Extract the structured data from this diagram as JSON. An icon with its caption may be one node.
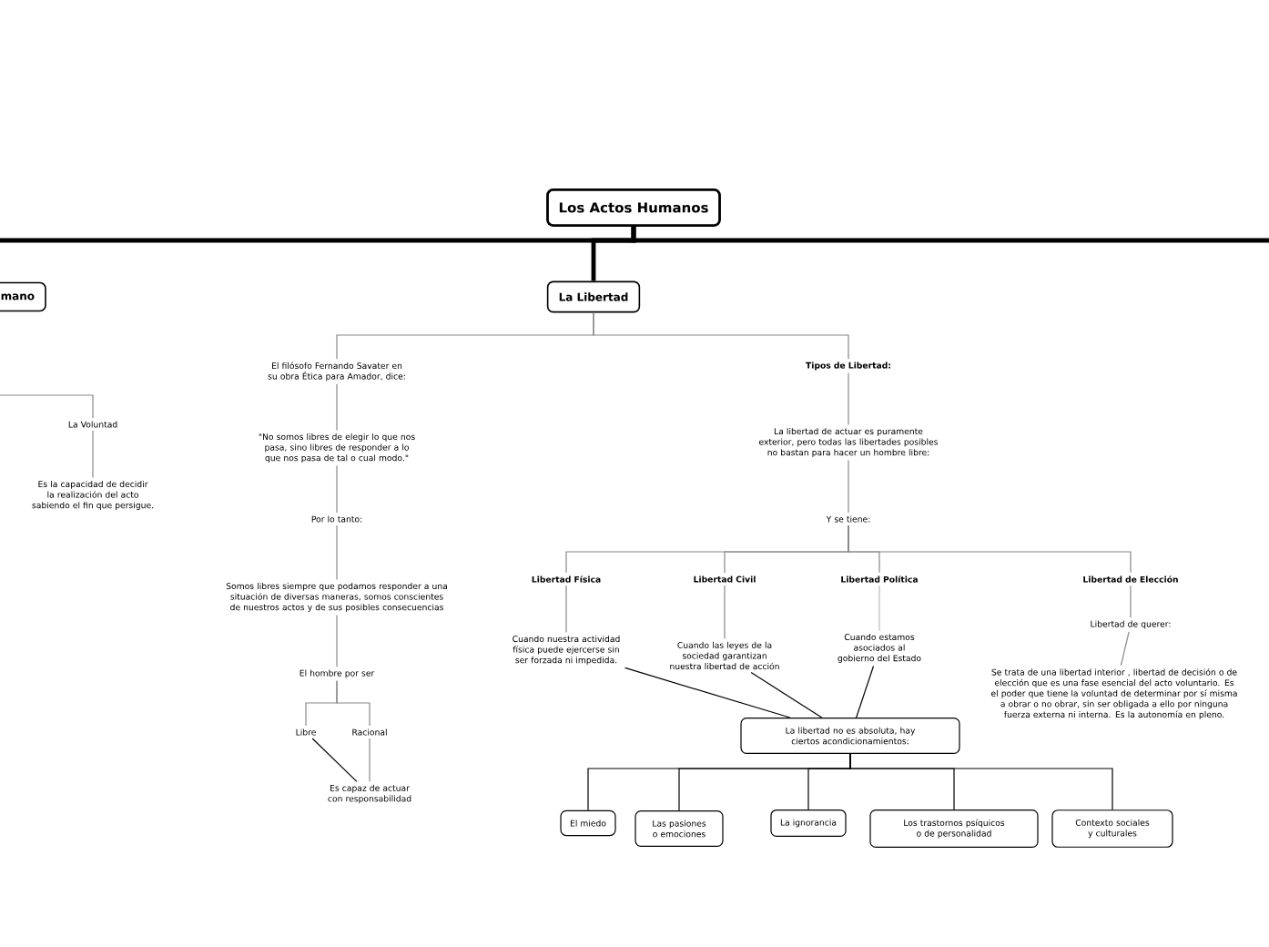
{
  "diagram": {
    "nodes": [
      {
        "text": [
          "Los Actos Humanos"
        ]
      },
      {
        "text": [
          "mano"
        ]
      },
      {
        "text": [
          "La Libertad"
        ]
      },
      {
        "text": [
          "La Voluntad"
        ]
      },
      {
        "text": [
          "Es la capacidad de decidir la realización del acto sabiendo el fin que persigue."
        ]
      },
      {
        "text": [
          "El filósofo Fernando Savater en su obra Ética para Amador, dice:"
        ]
      },
      {
        "text": [
          "\"No somos libres de elegir lo que nos pasa, sino libres de responder a lo que nos pasa de tal o cual modo.\""
        ]
      },
      {
        "text": [
          "Por lo tanto:"
        ]
      },
      {
        "text": [
          "Somos libres siempre que podamos responder a una situación de diversas maneras, somos conscientes de nuestros actos y de sus posibles consecuencias"
        ]
      },
      {
        "text": [
          "El hombre por ser"
        ]
      },
      {
        "text": [
          "Libre"
        ]
      },
      {
        "text": [
          "Racional"
        ]
      },
      {
        "text": [
          "Es capaz de actuar con responsabilidad"
        ]
      },
      {
        "text": [
          "Tipos de Libertad:"
        ]
      },
      {
        "text": [
          "La libertad de actuar es puramente exterior, pero todas las libertades posibles no bastan para hacer un hombre libre:"
        ]
      },
      {
        "text": [
          "Y se tiene:"
        ]
      },
      {
        "text": [
          "Libertad Física"
        ]
      },
      {
        "text": [
          "Libertad Civil"
        ]
      },
      {
        "text": [
          "Libertad Política"
        ]
      },
      {
        "text": [
          "Libertad de Elección"
        ]
      },
      {
        "text": [
          "Cuando nuestra actividad física puede ejercerse sin ser forzada ni impedida."
        ]
      },
      {
        "text": [
          "Cuando las leyes de la sociedad garantizan nuestra libertad de acción"
        ]
      },
      {
        "text": [
          "Cuando estamos asociados al gobierno del Estado"
        ]
      },
      {
        "text": [
          "Libertad de querer:"
        ]
      },
      {
        "text": [
          "Se trata de una libertad interior , libertad de decisión o de elección que es una fase esencial del acto voluntario. Es el poder que tiene la voluntad de determinar por sí misma a obrar o no obrar, sin ser obligada a ello por ninguna fuerza externa ni interna. Es la autonomía en pleno."
        ]
      },
      {
        "text": [
          "La libertad no es absoluta, hay ciertos acondicionamientos:"
        ]
      },
      {
        "text": [
          "El miedo"
        ]
      },
      {
        "text": [
          "Las pasiones o emociones"
        ]
      },
      {
        "text": [
          "La ignorancia"
        ]
      },
      {
        "text": [
          "Los trastornos psíquicos o de personalidad"
        ]
      },
      {
        "text": [
          "Contexto sociales y culturales"
        ]
      }
    ],
    "edges": [
      {
        "from": 0,
        "to": 1,
        "arrow": "none",
        "style": "thick",
        "color": "#000000"
      },
      {
        "from": 0,
        "to": 2,
        "arrow": "none",
        "style": "thick",
        "color": "#000000"
      },
      {
        "from": 0,
        "to": null,
        "arrow": "none",
        "style": "thick",
        "color": "#000000"
      },
      {
        "from": null,
        "to": 3,
        "arrow": "none"
      },
      {
        "from": 3,
        "to": 4,
        "arrow": "none"
      },
      {
        "from": 2,
        "to": 5,
        "arrow": "none"
      },
      {
        "from": 2,
        "to": 13,
        "arrow": "none"
      },
      {
        "from": 5,
        "to": 6,
        "arrow": "none"
      },
      {
        "from": 6,
        "to": 7,
        "arrow": "none"
      },
      {
        "from": 7,
        "to": 8,
        "arrow": "none"
      },
      {
        "from": 8,
        "to": 9,
        "arrow": "none"
      },
      {
        "from": 9,
        "to": 10,
        "arrow": "none"
      },
      {
        "from": 9,
        "to": 11,
        "arrow": "none"
      },
      {
        "from": 10,
        "to": 12,
        "arrow": "none",
        "color": "#000000"
      },
      {
        "from": 11,
        "to": 12,
        "arrow": "none"
      },
      {
        "from": 13,
        "to": 14,
        "arrow": "none"
      },
      {
        "from": 14,
        "to": 15,
        "arrow": "none"
      },
      {
        "from": 15,
        "to": 16,
        "arrow": "none"
      },
      {
        "from": 15,
        "to": 17,
        "arrow": "none"
      },
      {
        "from": 15,
        "to": 18,
        "arrow": "none"
      },
      {
        "from": 15,
        "to": 19,
        "arrow": "none"
      },
      {
        "from": 16,
        "to": 20,
        "arrow": "none"
      },
      {
        "from": 17,
        "to": 21,
        "arrow": "none"
      },
      {
        "from": 18,
        "to": 22,
        "arrow": "none",
        "color": "#bbbbbb"
      },
      {
        "from": 19,
        "to": 23,
        "arrow": "none"
      },
      {
        "from": 23,
        "to": 24,
        "arrow": "none"
      },
      {
        "from": 20,
        "to": 25,
        "arrow": "none",
        "color": "#000000"
      },
      {
        "from": 21,
        "to": 25,
        "arrow": "none",
        "color": "#000000"
      },
      {
        "from": 22,
        "to": 25,
        "arrow": "none",
        "color": "#000000"
      },
      {
        "from": 25,
        "to": 26,
        "arrow": "none",
        "color": "#000000"
      },
      {
        "from": 25,
        "to": 27,
        "arrow": "none",
        "color": "#000000"
      },
      {
        "from": 25,
        "to": 28,
        "arrow": "none",
        "color": "#000000"
      },
      {
        "from": 25,
        "to": 29,
        "arrow": "none",
        "color": "#000000"
      },
      {
        "from": 25,
        "to": 30,
        "arrow": "none",
        "color": "#000000"
      }
    ]
  }
}
